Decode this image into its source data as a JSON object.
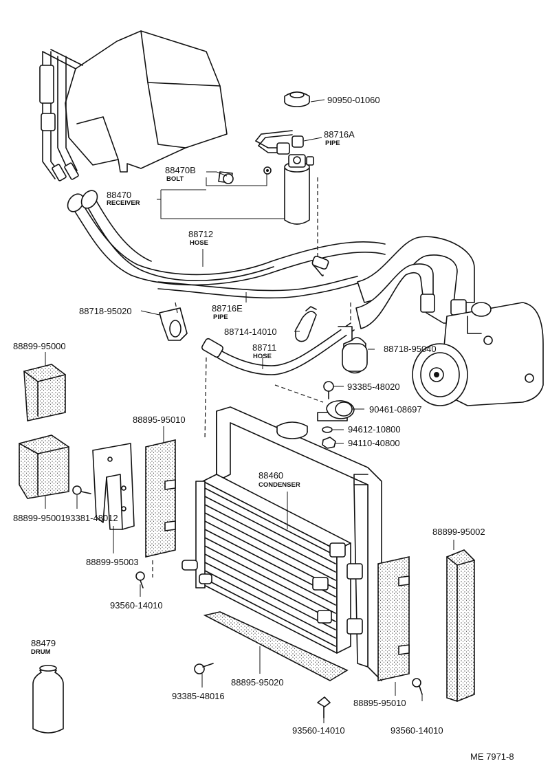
{
  "footer_code": "ME 7971-8",
  "labels": {
    "p90950_01060": "90950-01060",
    "p88716A": "88716A",
    "p88716A_sub": "PIPE",
    "p88470B": "88470B",
    "p88470B_sub": "BOLT",
    "p88470": "88470",
    "p88470_sub": "RECEIVER",
    "p88712": "88712",
    "p88712_sub": "HOSE",
    "p88718_95020": "88718-95020",
    "p88716E": "88716E",
    "p88716E_sub": "PIPE",
    "p88714_14010": "88714-14010",
    "p88711": "88711",
    "p88711_sub": "HOSE",
    "p88718_95040": "88718-95040",
    "p88899_95000": "88899-95000",
    "p93385_48020": "93385-48020",
    "p90461_08697": "90461-08697",
    "p94612_10800": "94612-10800",
    "p94110_40800": "94110-40800",
    "p88895_95010_top": "88895-95010",
    "p88460": "88460",
    "p88460_sub": "CONDENSER",
    "p88899_95001": "88899-95001",
    "p93381_48012": "93381-48012",
    "p88899_95003": "88899-95003",
    "p88899_95002": "88899-95002",
    "p93560_14010_left": "93560-14010",
    "p88479": "88479",
    "p88479_sub": "DRUM",
    "p93385_48016": "93385-48016",
    "p88895_95020": "88895-95020",
    "p88895_95010_bottom": "88895-95010",
    "p93560_14010_bottom": "93560-14010",
    "p93560_14010_right": "93560-14010"
  }
}
